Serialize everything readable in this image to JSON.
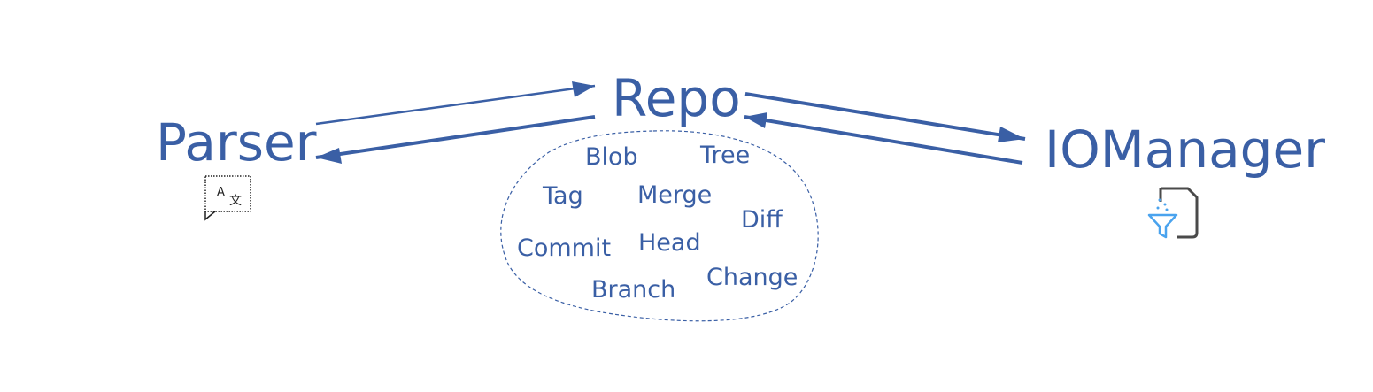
{
  "colors": {
    "primary": "#3a5fa5",
    "dark_icon": "#222222",
    "light_blue_icon": "#4aa3ee",
    "gray_icon": "#4a4a4a"
  },
  "nodes": {
    "parser": {
      "label": "Parser",
      "icon": "translate-icon"
    },
    "repo": {
      "label": "Repo"
    },
    "iomanager": {
      "label": "IOManager",
      "icon": "file-filter-icon"
    }
  },
  "repo_objects": [
    "Blob",
    "Tree",
    "Tag",
    "Merge",
    "Diff",
    "Commit",
    "Head",
    "Change",
    "Branch"
  ],
  "translate_icon_glyphs": {
    "latin": "A",
    "cjk": "文"
  }
}
